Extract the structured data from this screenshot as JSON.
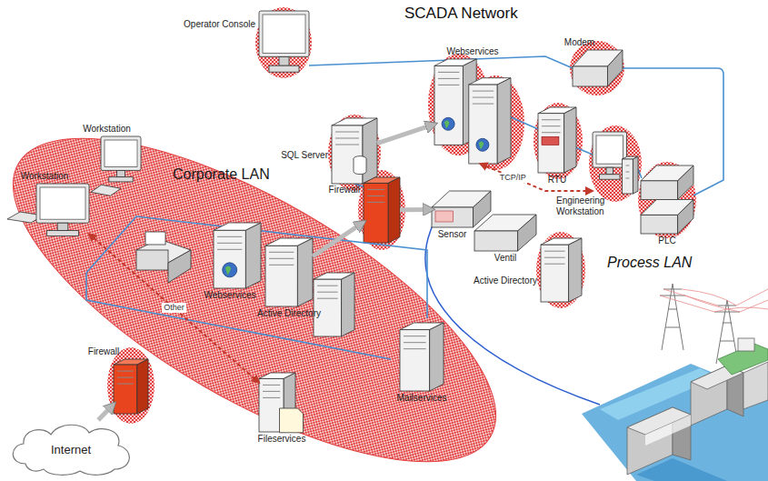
{
  "diagram": {
    "title": "SCADA Network",
    "nodes": [
      {
        "text": [
          "Operator Console"
        ]
      },
      {
        "text": [
          "Modem"
        ]
      },
      {
        "text": [
          "Webservices"
        ]
      },
      {
        "text": [
          "SQL Server"
        ]
      },
      {
        "text": [
          "RTU"
        ]
      },
      {
        "text": [
          "Engineering Workstation"
        ]
      },
      {
        "text": [
          "Firewall"
        ]
      },
      {
        "text": [
          "Sensor"
        ]
      },
      {
        "text": [
          "Ventil"
        ]
      },
      {
        "text": [
          "PLC"
        ]
      },
      {
        "text": [
          "Active Directory"
        ]
      },
      {
        "text": [
          "Corporate LAN"
        ]
      },
      {
        "text": [
          "Workstation"
        ],
        "in": 11
      },
      {
        "text": [
          "Workstation"
        ],
        "in": 11
      },
      {
        "text": [
          "Webservices"
        ],
        "in": 11
      },
      {
        "text": [
          "Active Directory"
        ],
        "in": 11
      },
      {
        "text": [
          "Mailservices"
        ],
        "in": 11
      },
      {
        "text": [
          "Firewall"
        ]
      },
      {
        "text": [
          "Fileservices"
        ],
        "in": 11
      },
      {
        "text": [
          "Internet"
        ]
      }
    ],
    "edges": [
      {
        "from": 19,
        "to": 17,
        "arrow": "to"
      },
      {
        "from": 15,
        "to": 6,
        "arrow": "to"
      },
      {
        "from": 6,
        "to": 7,
        "arrow": "to"
      },
      {
        "from": 3,
        "to": 2,
        "arrow": "to"
      },
      {
        "from": 2,
        "to": 5,
        "label": "TCP/IP",
        "arrow": "both"
      },
      {
        "from": 13,
        "to": 18,
        "label": "Other",
        "arrow": "both"
      }
    ],
    "labels": [
      "Process LAN"
    ]
  }
}
